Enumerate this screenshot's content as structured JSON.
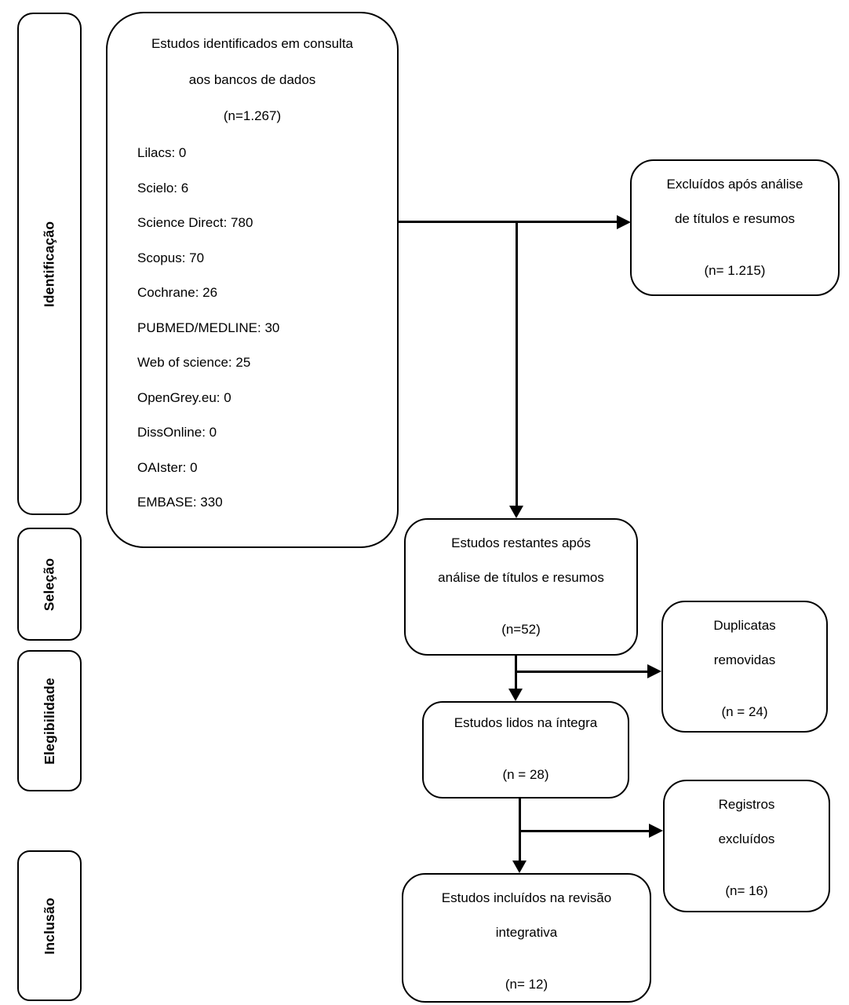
{
  "stages": {
    "identification": "Identificação",
    "selection": "Seleção",
    "eligibility": "Elegibilidade",
    "inclusion": "Inclusão"
  },
  "flow": {
    "identified": {
      "title_line1": "Estudos identificados em consulta",
      "title_line2": "aos bancos de dados",
      "count": "(n=1.267)",
      "databases": [
        "Lilacs: 0",
        "Scielo: 6",
        "Science Direct: 780",
        "Scopus: 70",
        "Cochrane: 26",
        "PUBMED/MEDLINE: 30",
        "Web of science: 25",
        "OpenGrey.eu: 0",
        "DissOnline: 0",
        "OAIster: 0",
        "EMBASE: 330"
      ]
    },
    "excluded_after_screening": {
      "line1": "Excluídos após análise",
      "line2": "de títulos e resumos",
      "count": "(n= 1.215)"
    },
    "remaining_after_screening": {
      "line1": "Estudos restantes após",
      "line2": "análise de títulos e resumos",
      "count": "(n=52)"
    },
    "duplicates_removed": {
      "line1": "Duplicatas",
      "line2": "removidas",
      "count": "(n = 24)"
    },
    "read_full_text": {
      "line1": "Estudos lidos na íntegra",
      "count": "(n = 28)"
    },
    "records_excluded": {
      "line1": "Registros",
      "line2": "excluídos",
      "count": "(n= 16)"
    },
    "included_in_review": {
      "line1": "Estudos incluídos na revisão",
      "line2": "integrativa",
      "count": "(n= 12)"
    }
  },
  "colors": {
    "line": "#000000",
    "background": "#ffffff",
    "text": "#000000"
  }
}
